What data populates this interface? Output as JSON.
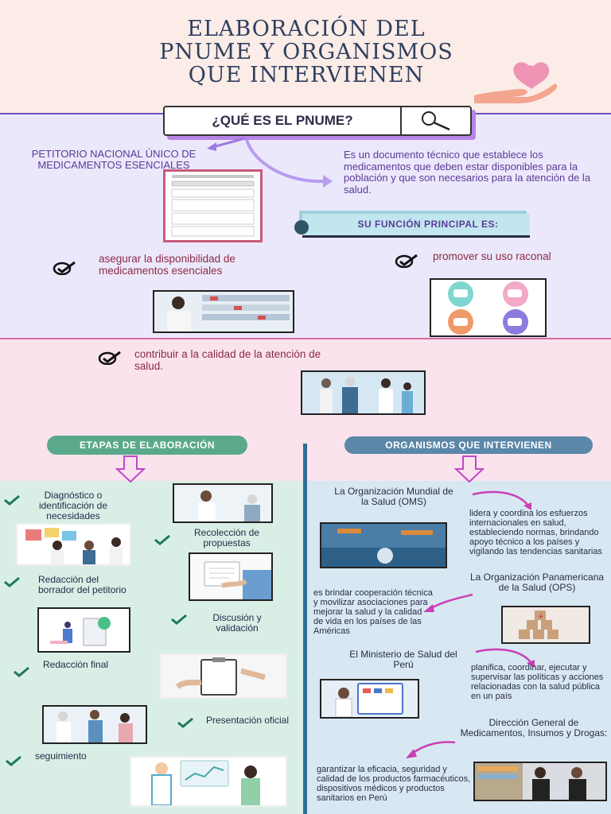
{
  "title_lines": [
    "ELABORACIÓN DEL",
    "PNUME Y ORGANISMOS",
    "QUE INTERVIENEN"
  ],
  "question": "¿QUÉ ES EL PNUME?",
  "pnume_full": "PETITORIO NACIONAL ÚNICO DE MEDICAMENTOS ESENCIALES",
  "definition": "Es un documento técnico que establece los medicamentos que deben estar disponibles para la población y que son necesarios para la atención de la salud.",
  "function_header": "SU FUNCIÓN PRINCIPAL ES:",
  "functions": {
    "f1": "asegurar la disponibilidad de medicamentos esenciales",
    "f2": "promover su uso raconal",
    "f3": "contribuir a la calidad de la atención de salud."
  },
  "etapas_header": "ETAPAS DE ELABORACIÓN",
  "organismos_header": "ORGANISMOS QUE INTERVIENEN",
  "stages": {
    "s1": "Diagnóstico o identificación de necesidades",
    "s2": "Recolección de propuestas",
    "s3": "Redacción del borrador del petitorio",
    "s4": "Discusión y validación",
    "s5": "Redacción final",
    "s6": "Presentación oficial",
    "s7": "seguimiento"
  },
  "orgs": {
    "oms_name": "La Organización Mundial de la Salud (OMS)",
    "oms_desc": "lidera y coordina los esfuerzos internacionales en salud, estableciendo normas, brindando apoyo técnico a los países y vigilando las tendencias sanitarias",
    "ops_name": "La Organización Panamericana de la Salud (OPS)",
    "ops_desc": "es brindar cooperación técnica y movilizar asociaciones para mejorar la salud y la calidad de vida en los países de las Américas",
    "minsa_name": "El Ministerio de Salud del Perú",
    "minsa_desc": "planifica, coordinar, ejecutar y supervisar las políticas y acciones relacionadas con la salud pública en un país",
    "digemid_name": "Dirección General de Medicamentos, Insumos y Drogas:",
    "digemid_desc": "garantizar la eficacia, seguridad y calidad de los productos farmacéuticos, dispositivos médicos y productos sanitarios en Perú"
  },
  "colors": {
    "title": "#2f3f5e",
    "accent_purple": "#6f4fc2",
    "pill_green": "#5aa98a",
    "pill_blue": "#5b87a8",
    "divider": "#2d6e97"
  }
}
